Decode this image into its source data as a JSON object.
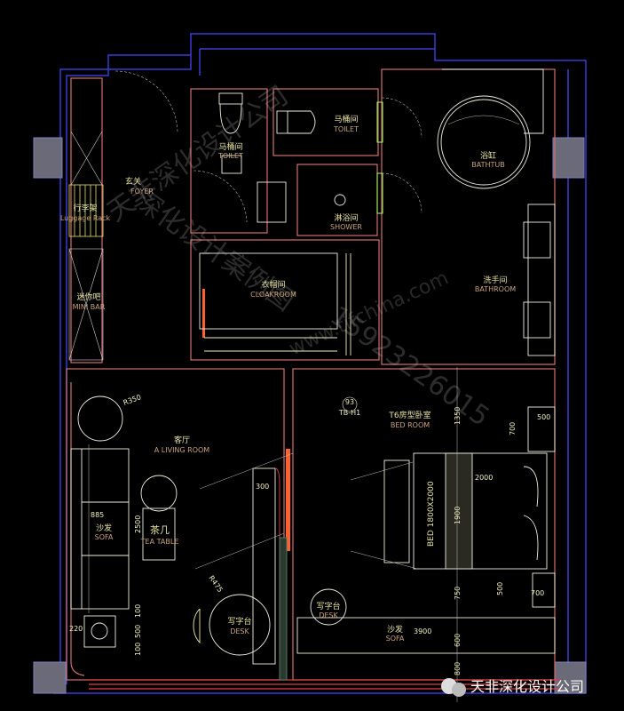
{
  "colors": {
    "background": "#000000",
    "outer_wall": "#3b3bd0",
    "inner_wall": "#d07070",
    "furniture": "#f0f0e0",
    "label": "#e8e2a0",
    "accent_yellow": "#e8e060",
    "column": "#6a6a78",
    "glass": "#ff6030"
  },
  "rooms": {
    "foyer": {
      "cn": "玄关",
      "en": "FOYER"
    },
    "luggage": {
      "cn": "行李架",
      "en": "Luggage Rack"
    },
    "minibar": {
      "cn": "迷你吧",
      "en": "MINI BAR"
    },
    "toilet1": {
      "cn": "马桶间",
      "en": "TOILET"
    },
    "toilet2": {
      "cn": "马桶间",
      "en": "TOILET"
    },
    "shower": {
      "cn": "淋浴间",
      "en": "SHOWER"
    },
    "bathtub": {
      "cn": "浴缸",
      "en": "BATHTUB"
    },
    "bathroom": {
      "cn": "洗手间",
      "en": "BATHROOM"
    },
    "cloakroom": {
      "cn": "衣帽间",
      "en": "CLOAKROOM"
    },
    "living": {
      "cn": "客厅",
      "en": "A LIVING ROOM"
    },
    "bedroom": {
      "cn": "T6房型卧室",
      "en": "BED ROOM"
    },
    "sofa_left": {
      "cn": "沙发",
      "en": "SOFA"
    },
    "tea_table": {
      "cn": "茶几",
      "en": "TEA TABLE"
    },
    "desk_left": {
      "cn": "写字台",
      "en": "DESK"
    },
    "desk_right": {
      "cn": "写字台",
      "en": "DESK"
    },
    "sofa_right": {
      "cn": "沙发",
      "en": "SOFA"
    },
    "bed": {
      "en": "BED 1800X2000"
    }
  },
  "dimensions": {
    "r350": "R350",
    "d885": "885",
    "d2500": "2500",
    "d300": "300",
    "r475": "R475",
    "d220": "220",
    "d500a": "500",
    "d100a": "100",
    "d100b": "100",
    "d93": "93",
    "tag": "TB-H1",
    "d1350": "1350",
    "d700a": "700",
    "d500b": "500",
    "d2000": "2000",
    "d1900": "1900",
    "d750": "750",
    "d500c": "500",
    "d700b": "700",
    "d3900": "3900",
    "d600": "600",
    "d800": "800"
  },
  "watermark": {
    "line1": "天非深化设计公司",
    "line2": "深化设计案例图",
    "line3": "www.tifchina.com",
    "line4": "15923226015"
  },
  "footer": {
    "text": "天非深化设计公司"
  }
}
